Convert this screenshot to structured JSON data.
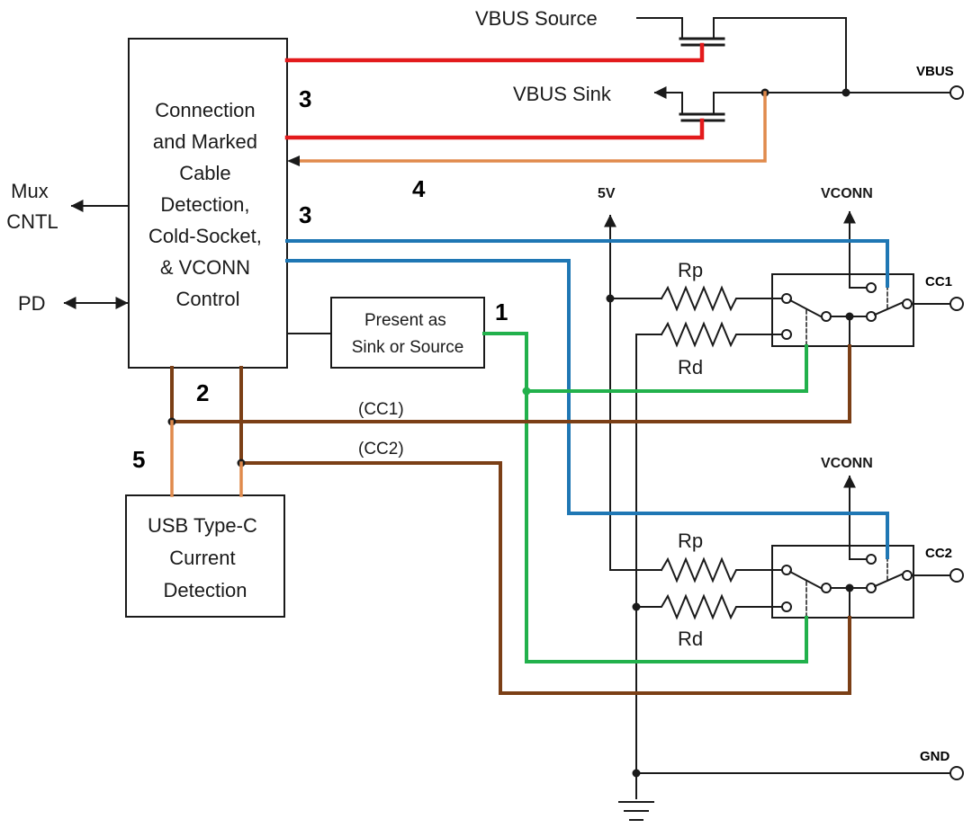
{
  "blocks": {
    "control_lines": [
      "Connection",
      "and Marked",
      "Cable",
      "Detection,",
      "Cold-Socket,",
      "& VCONN",
      "Control"
    ],
    "present_lines": [
      "Present as",
      "Sink or Source"
    ],
    "current_lines": [
      "USB Type-C",
      "Current",
      "Detection"
    ]
  },
  "labels": {
    "vbus_source": "VBUS Source",
    "vbus_sink": "VBUS Sink",
    "mux_line1": "Mux",
    "mux_line2": "CNTL",
    "pd": "PD",
    "five_v": "5V",
    "vconn_top": "VCONN",
    "vconn_bottom": "VCONN",
    "rp_top": "Rp",
    "rd_top": "Rd",
    "rp_bottom": "Rp",
    "rd_bottom": "Rd",
    "cc1_wire": "(CC1)",
    "cc2_wire": "(CC2)"
  },
  "terminals": {
    "vbus": "VBUS",
    "cc1": "CC1",
    "cc2": "CC2",
    "gnd": "GND"
  },
  "callouts": {
    "c1": "1",
    "c2": "2",
    "c3a": "3",
    "c3b": "3",
    "c4": "4",
    "c5": "5"
  },
  "colors": {
    "vbus_switch_control": "#e31a1c",
    "vconn_control": "#1f77b4",
    "present_select": "#22b14c",
    "vbus_sense": "#e08a4c",
    "cc_sense": "#7b3f16"
  }
}
